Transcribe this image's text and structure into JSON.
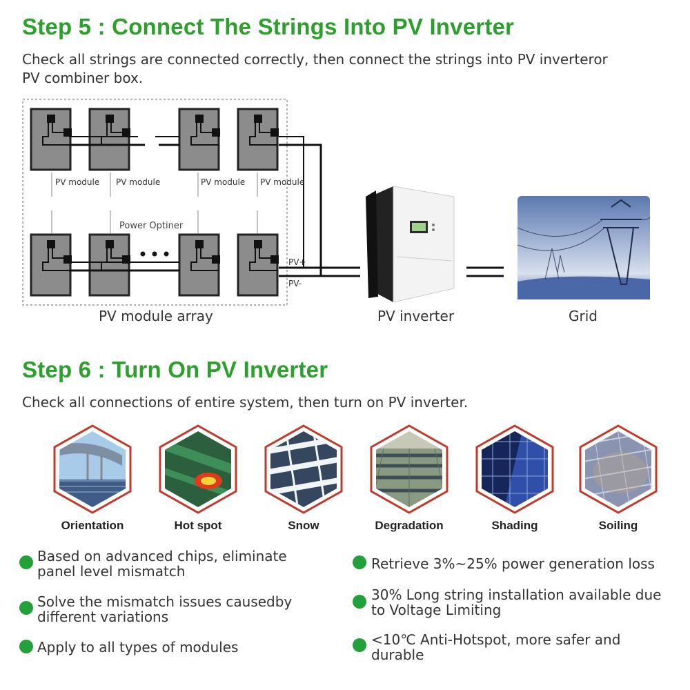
{
  "step5": {
    "title": "Step 5 : Connect The Strings Into PV Inverter",
    "description_line1": "Check all strings are connected correctly, then connect the strings into PV inverteror",
    "description_line2": "PV combiner box."
  },
  "diagram": {
    "module_labels": [
      "PV module",
      "PV module",
      "PV module",
      "PV module"
    ],
    "optimizer_label": "Power Optiner",
    "pv_plus": "PV+",
    "pv_minus": "PV-",
    "array_label": "PV module array",
    "inverter_label": "PV inverter",
    "grid_label": "Grid"
  },
  "step6": {
    "title": "Step 6 : Turn On PV Inverter",
    "description": "Check all connections of entire system, then turn on PV inverter."
  },
  "issues": [
    "Orientation",
    "Hot spot",
    "Snow",
    "Degradation",
    "Shading",
    "Soiling"
  ],
  "bullets_left": [
    {
      "line1": "Based on advanced chips, eliminate",
      "line2": "panel level mismatch"
    },
    {
      "line1": "Solve the mismatch issues causedby",
      "line2": "different variations"
    },
    {
      "line1": "Apply to all types of modules",
      "line2": ""
    }
  ],
  "bullets_right": [
    {
      "line1": "Retrieve 3%~25% power generation loss",
      "line2": ""
    },
    {
      "line1": "30% Long string installation available due",
      "line2": "to Voltage Limiting"
    },
    {
      "line1": "<10℃ Anti-Hotspot, more safer and",
      "line2": "durable"
    }
  ],
  "colors": {
    "title_green": "#2ca02c",
    "bullet_green": "#22a13a",
    "hex_border": "#c0392b"
  }
}
